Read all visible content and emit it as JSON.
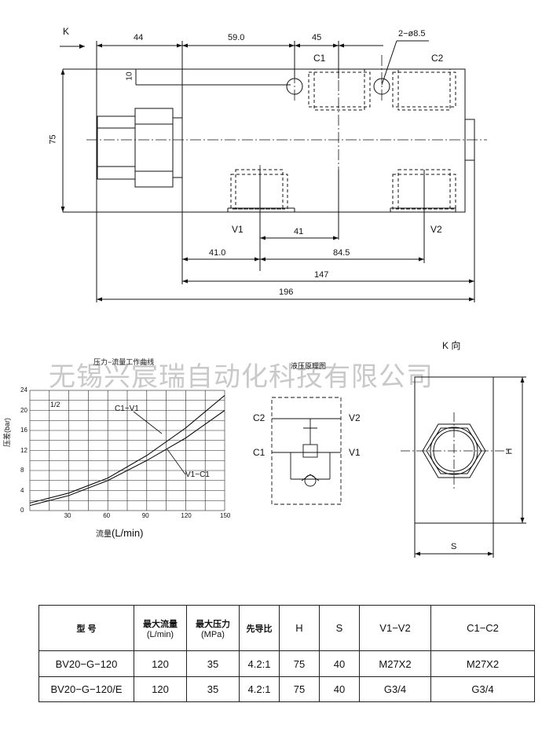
{
  "drawing": {
    "view_label": "K",
    "dimensions": {
      "d44": "44",
      "d59": "59.0",
      "d45": "45",
      "holes": "2−ø8.5",
      "d10": "10",
      "d75": "75",
      "d41": "41",
      "d41_0": "41.0",
      "d84_5": "84.5",
      "d147": "147",
      "d196": "196"
    },
    "ports": {
      "c1": "C1",
      "c2": "C2",
      "v1": "V1",
      "v2": "V2"
    }
  },
  "chart": {
    "title": "压力−流量工作曲线",
    "ylabel_text": "压差",
    "ylabel_unit": "(bar)",
    "xlabel_text": "流量",
    "xlabel_unit": "(L/min)",
    "ratio_label": "1/2",
    "y_ticks": [
      "24",
      "20",
      "16",
      "12",
      "8",
      "4",
      "0"
    ],
    "x_ticks": [
      "30",
      "60",
      "90",
      "120",
      "150"
    ],
    "curve1_label": "C1−V1",
    "curve2_label": "V1−C1"
  },
  "chart_data": {
    "type": "line",
    "title": "压力−流量工作曲线",
    "xlabel": "流量(L/min)",
    "ylabel": "压差(bar)",
    "xlim": [
      0,
      150
    ],
    "ylim": [
      0,
      24
    ],
    "series": [
      {
        "name": "C1−V1",
        "x": [
          0,
          30,
          60,
          90,
          120,
          150
        ],
        "y": [
          1.5,
          3.5,
          6.5,
          11,
          16.5,
          23
        ]
      },
      {
        "name": "V1−C1",
        "x": [
          0,
          30,
          60,
          90,
          120,
          150
        ],
        "y": [
          1.0,
          3.0,
          6.0,
          10,
          14.5,
          20
        ]
      }
    ]
  },
  "schematic": {
    "title": "液压原理图",
    "c2": "C2",
    "v2": "V2",
    "c1": "C1",
    "v1": "V1"
  },
  "kview": {
    "title": "K 向",
    "h_label": "H",
    "s_label": "S"
  },
  "watermark": "无锡兴宸瑞自动化科技有限公司",
  "table": {
    "headers": {
      "model": "型    号",
      "max_flow": "最大流量",
      "max_flow_unit": "(L/min)",
      "max_pressure": "最大压力",
      "max_pressure_unit": "(MPa)",
      "pilot_ratio": "先导比",
      "h": "H",
      "s": "S",
      "v1v2": "V1−V2",
      "c1c2": "C1−C2"
    },
    "rows": [
      {
        "model": "BV20−G−120",
        "flow": "120",
        "pressure": "35",
        "ratio": "4.2:1",
        "h": "75",
        "s": "40",
        "v1v2": "M27X2",
        "c1c2": "M27X2"
      },
      {
        "model": "BV20−G−120/E",
        "flow": "120",
        "pressure": "35",
        "ratio": "4.2:1",
        "h": "75",
        "s": "40",
        "v1v2": "G3/4",
        "c1c2": "G3/4"
      }
    ]
  }
}
